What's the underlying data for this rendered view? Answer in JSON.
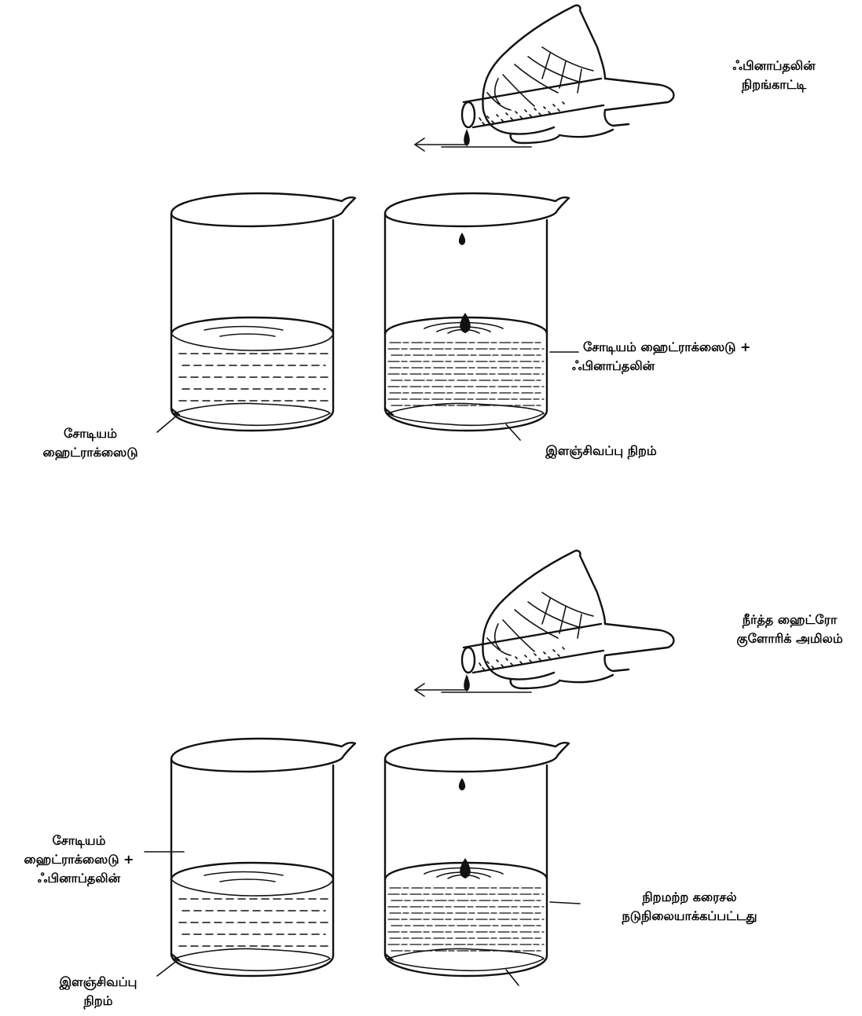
{
  "top": {
    "indicator_label": [
      "ஃபினாப்தலின்",
      "நிறங்காட்டி"
    ],
    "left_beaker_label": [
      "சோடியம்",
      "ஹைட்ராக்ஸைடு"
    ],
    "right_beaker_label": [
      "சோடியம் ஹைட்ராக்ஸைடு +",
      "ஃபினாப்தலின்"
    ],
    "color_label": "இளஞ்சிவப்பு நிறம்"
  },
  "bottom": {
    "acid_label": [
      "நீர்த்த ஹைட்ரோ",
      "குளோரிக் அமிலம்"
    ],
    "left_beaker_label": [
      "சோடியம்",
      "ஹைட்ராக்ஸைடு +",
      "ஃபினாப்தலின்"
    ],
    "color_label": [
      "இளஞ்சிவப்பு",
      "நிறம்"
    ],
    "right_beaker_label": [
      "நிறமற்ற கரைசல்",
      "நடுநிலையாக்கப்பட்டது"
    ]
  }
}
